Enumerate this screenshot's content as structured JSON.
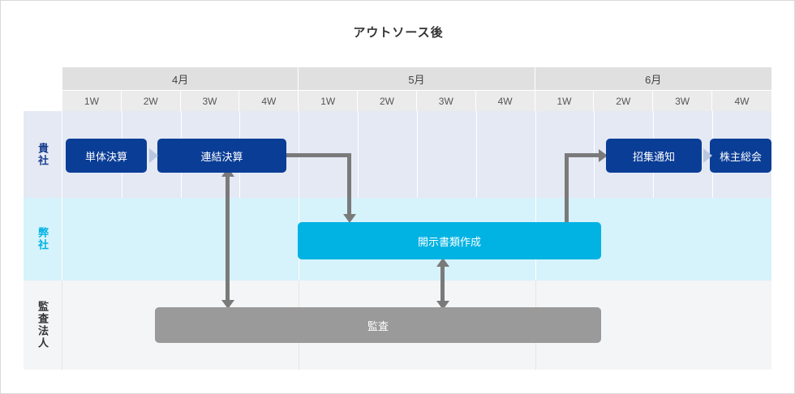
{
  "title": "アウトソース後",
  "colors": {
    "navy": "#0a3d96",
    "cyan": "#00b3e3",
    "gray": "#9a9a9a",
    "connector": "#7a7a7a",
    "row_kisha_bg": "#e4e9f4",
    "row_heisha_bg": "#d6f2fb",
    "row_kansa_bg": "#f4f5f6",
    "header_month_bg": "#e0e0e0",
    "header_week_bg": "#ebebeb"
  },
  "timeline": {
    "months": [
      {
        "label": "4月",
        "weeks": [
          "1W",
          "2W",
          "3W",
          "4W"
        ]
      },
      {
        "label": "5月",
        "weeks": [
          "1W",
          "2W",
          "3W",
          "4W"
        ]
      },
      {
        "label": "6月",
        "weeks": [
          "1W",
          "2W",
          "3W",
          "4W"
        ]
      }
    ]
  },
  "rows": [
    {
      "label": "貴社",
      "label_color": "#1a3f8f"
    },
    {
      "label": "弊社",
      "label_color": "#00b3e3"
    },
    {
      "label": "監査法人",
      "label_color": "#333333"
    }
  ],
  "tasks": [
    {
      "label": "単体決算",
      "row": "貴社",
      "style": "navy"
    },
    {
      "label": "連結決算",
      "row": "貴社",
      "style": "navy"
    },
    {
      "label": "招集通知",
      "row": "貴社",
      "style": "navy"
    },
    {
      "label": "株主総会",
      "row": "貴社",
      "style": "navy"
    },
    {
      "label": "開示書類作成",
      "row": "弊社",
      "style": "cyan"
    },
    {
      "label": "監査",
      "row": "監査法人",
      "style": "gray"
    }
  ],
  "chart_data": {
    "type": "table",
    "title": "アウトソース後",
    "categories": [
      "4月 1W",
      "4月 2W",
      "4月 3W",
      "4月 4W",
      "5月 1W",
      "5月 2W",
      "5月 3W",
      "5月 4W",
      "6月 1W",
      "6月 2W",
      "6月 3W",
      "6月 4W"
    ],
    "series": [
      {
        "name": "貴社",
        "bars": [
          {
            "label": "単体決算",
            "start": 0.05,
            "end": 1.05,
            "color": "#0a3d96"
          },
          {
            "label": "連結決算",
            "start": 1.45,
            "end": 3.8,
            "color": "#0a3d96"
          },
          {
            "label": "招集通知",
            "start": 9.2,
            "end": 11.05,
            "color": "#0a3d96"
          },
          {
            "label": "株主総会",
            "start": 11.35,
            "end": 12.0,
            "color": "#0a3d96"
          }
        ]
      },
      {
        "name": "弊社",
        "bars": [
          {
            "label": "開示書類作成",
            "start": 4.0,
            "end": 9.1,
            "color": "#00b3e3"
          }
        ]
      },
      {
        "name": "監査法人",
        "bars": [
          {
            "label": "監査",
            "start": 1.6,
            "end": 9.1,
            "color": "#9a9a9a"
          }
        ]
      }
    ],
    "connectors": [
      {
        "from": "連結決算",
        "to": "開示書類作成",
        "kind": "elbow-right-down"
      },
      {
        "from": "開示書類作成",
        "to": "招集通知",
        "kind": "elbow-up-right"
      },
      {
        "from": "連結決算",
        "to": "監査",
        "kind": "double-vertical"
      },
      {
        "from": "開示書類作成",
        "to": "監査",
        "kind": "double-vertical"
      }
    ]
  }
}
